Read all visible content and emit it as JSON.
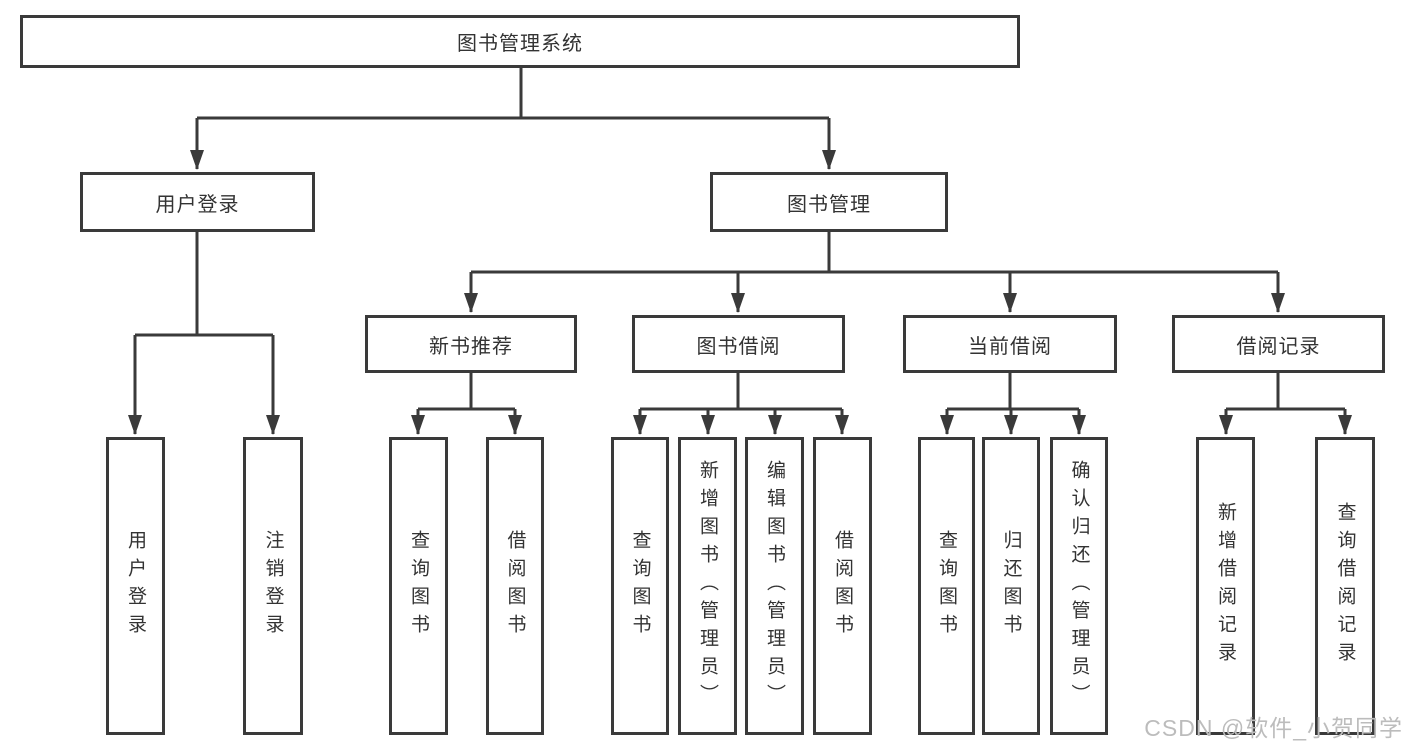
{
  "style": {
    "line_color": "#3a3a3a",
    "text_color": "#333333",
    "background": "#ffffff",
    "watermark_color": "#bcbcbc"
  },
  "tree": {
    "root": {
      "label": "图书管理系统"
    },
    "branches": [
      {
        "id": "user-login",
        "label": "用户登录",
        "children": [
          {
            "label": "用户登录"
          },
          {
            "label": "注销登录"
          }
        ]
      },
      {
        "id": "book-management",
        "label": "图书管理",
        "groups": [
          {
            "id": "new-book-recommend",
            "label": "新书推荐",
            "children": [
              {
                "label": "查询图书"
              },
              {
                "label": "借阅图书"
              }
            ]
          },
          {
            "id": "book-borrow",
            "label": "图书借阅",
            "children": [
              {
                "label": "查询图书"
              },
              {
                "label": "新增图书（管理员）"
              },
              {
                "label": "编辑图书（管理员）"
              },
              {
                "label": "借阅图书"
              }
            ]
          },
          {
            "id": "current-borrow",
            "label": "当前借阅",
            "children": [
              {
                "label": "查询图书"
              },
              {
                "label": "归还图书"
              },
              {
                "label": "确认归还（管理员）"
              }
            ]
          },
          {
            "id": "borrow-record",
            "label": "借阅记录",
            "children": [
              {
                "label": "新增借阅记录"
              },
              {
                "label": "查询借阅记录"
              }
            ]
          }
        ]
      }
    ]
  },
  "watermark": {
    "text": "CSDN @软件_小贺同学"
  }
}
